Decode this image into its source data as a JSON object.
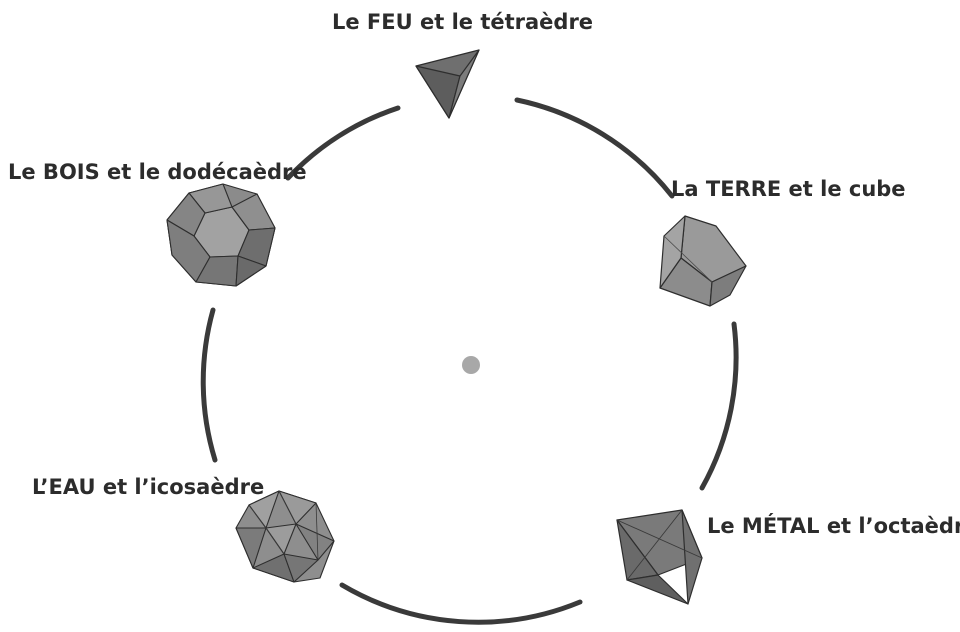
{
  "elements": [
    {
      "key": "fire",
      "label": "Le FEU et le tétraèdre",
      "solid": "tetrahedron-icon"
    },
    {
      "key": "earth",
      "label": "La TERRE et le cube",
      "solid": "cube-icon"
    },
    {
      "key": "metal",
      "label": "Le MÉTAL et l’octaèdre",
      "solid": "octahedron-icon"
    },
    {
      "key": "water",
      "label": "L’EAU et l’icosaèdre",
      "solid": "icosahedron-icon"
    },
    {
      "key": "wood",
      "label": "Le BOIS et le dodécaèdre",
      "solid": "dodecahedron-icon"
    }
  ],
  "colors": {
    "ring": "#3a3a3a",
    "center_dot": "#a8a8a8",
    "solid_fill": "#8a8a8a",
    "solid_edge": "#2e2e2e",
    "text": "#2c2c2c"
  }
}
